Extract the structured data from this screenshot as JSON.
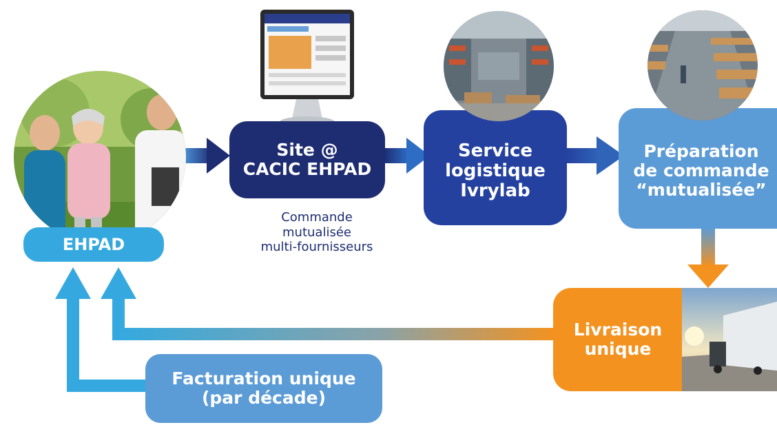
{
  "nodes": {
    "ehpad": {
      "label": "EHPAD"
    },
    "site": {
      "lines": [
        "Site @",
        "CACIC EHPAD"
      ]
    },
    "site_caption": {
      "lines": [
        "Commande",
        "mutualisée",
        "multi-fournisseurs"
      ]
    },
    "logistique": {
      "lines": [
        "Service",
        "logistique",
        "Ivrylab"
      ]
    },
    "preparation": {
      "lines": [
        "Préparation",
        "de commande",
        "“mutualisée”"
      ]
    },
    "livraison": {
      "lines": [
        "Livraison",
        "unique"
      ]
    },
    "facturation": {
      "lines": [
        "Facturation unique",
        "(par décade)"
      ]
    }
  },
  "colors": {
    "dark_navy": "#1e2c72",
    "royal_blue": "#2541a0",
    "light_blue": "#5b9bd6",
    "sky_blue": "#35a9df",
    "orange": "#f3921f"
  },
  "images": [
    "care-staff-with-elderly-woman-photo",
    "computer-monitor-website",
    "warehouse-photo",
    "warehouse-aisle-photo",
    "truck-on-road-photo"
  ]
}
